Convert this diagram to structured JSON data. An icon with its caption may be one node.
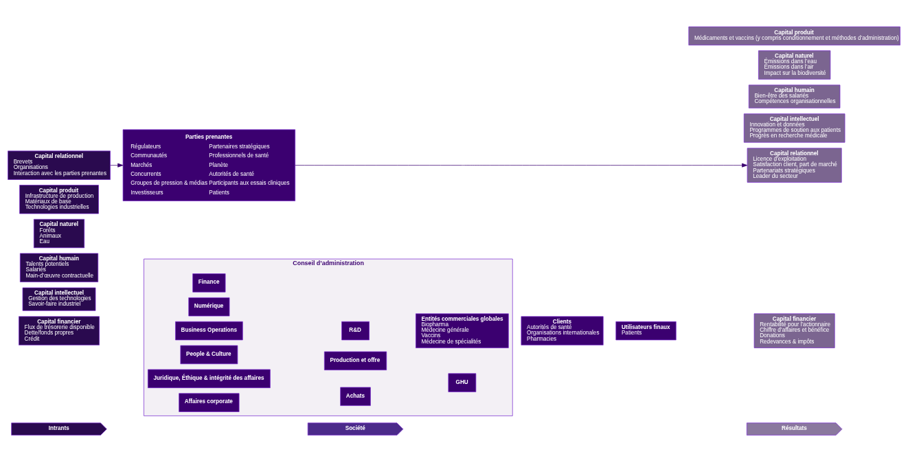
{
  "diagram": {
    "nodes": [
      {
        "text": [
          "Intrants"
        ]
      },
      {
        "text": [
          "Société"
        ]
      },
      {
        "text": [
          "Résultats"
        ]
      },
      {
        "text": [
          "Capital financier",
          "Flux de trésorerie disponible",
          "Dette/fonds propres",
          "Crédit"
        ]
      },
      {
        "text": [
          "Capital intellectuel",
          "Gestion des technologies",
          "Savoir-faire industriel"
        ]
      },
      {
        "text": [
          "Capital humain",
          "Talents potentiels",
          "Salariés",
          "Main-d’œuvre contractuelle"
        ]
      },
      {
        "text": [
          "Capital naturel",
          "Forêts",
          "Animaux",
          "Eau"
        ]
      },
      {
        "text": [
          "Capital produit",
          "Infrastructure de production",
          "Matériaux de base",
          "Technologies industrielles"
        ]
      },
      {
        "text": [
          "Capital relationnel",
          "Brevets",
          "Organisations",
          "Interaction avec les parties prenantes"
        ]
      },
      {
        "text": [
          "Conseil d’administration"
        ]
      },
      {
        "text": [
          "Business Operations"
        ],
        "in": 9
      },
      {
        "text": [
          "Numérique"
        ],
        "in": 9
      },
      {
        "text": [
          "Finance"
        ],
        "in": 9
      },
      {
        "text": [
          "People & Culture"
        ],
        "in": 9
      },
      {
        "text": [
          "Juridique, Éthique & intégrité des affaires"
        ],
        "in": 9
      },
      {
        "text": [
          "Affaires corporate"
        ],
        "in": 9
      },
      {
        "text": [
          "R&D"
        ],
        "in": 9
      },
      {
        "text": [
          "Production et offre"
        ],
        "in": 9
      },
      {
        "text": [
          "Achats"
        ],
        "in": 9
      },
      {
        "text": [
          "Entités commerciales globales",
          "Biopharma",
          "Médecine générale",
          "Vaccins",
          "Médecine de spécialités"
        ],
        "in": 9
      },
      {
        "text": [
          "GHU"
        ],
        "in": 9
      },
      {
        "text": [
          "Clients",
          "Autorités de santé",
          "Organisations internationales",
          "Pharmacies"
        ]
      },
      {
        "text": [
          "Utilisateurs finaux",
          "Patients"
        ]
      },
      {
        "text": [
          "Parties prenantes",
          "Régulateurs",
          "Communautés",
          "Marchés",
          "Concurrents",
          "Groupes de pression & médias",
          "Investisseurs",
          "Partenaires stratégiques",
          "Professionnels de santé",
          "Planète",
          "Autorités de santé",
          "Participants aux essais cliniques",
          "Patients"
        ]
      },
      {
        "text": [
          "Capital financier",
          "Rentabilité pour l’actionnaire",
          "Chiffre d’affaires et bénéfice",
          "Donations",
          "Redevances & impôts"
        ]
      },
      {
        "text": [
          "Capital intellectuel",
          "Innovation et données",
          "Programmes de soutien aux patients",
          "Progrès en recherche médicale"
        ]
      },
      {
        "text": [
          "Capital humain",
          "Bien-être des salariés",
          "Compétences organisationnelles"
        ]
      },
      {
        "text": [
          "Capital naturel",
          "Émissions dans l’eau",
          "Émissions dans l’air",
          "Impact sur la biodiversité"
        ]
      },
      {
        "text": [
          "Capital produit",
          "Médicaments et vaccins (y compris conditionnement et méthodes d’administration)"
        ]
      },
      {
        "text": [
          "Capital relationnel",
          "Licence d’exploitation",
          "Satisfaction client, part de marché",
          "Partenariats stratégiques",
          "Leader du secteur"
        ]
      }
    ],
    "edges": [
      {
        "from": 8,
        "to": 23,
        "arrow": "to"
      },
      {
        "from": 23,
        "to": 29,
        "arrow": "to"
      }
    ]
  }
}
